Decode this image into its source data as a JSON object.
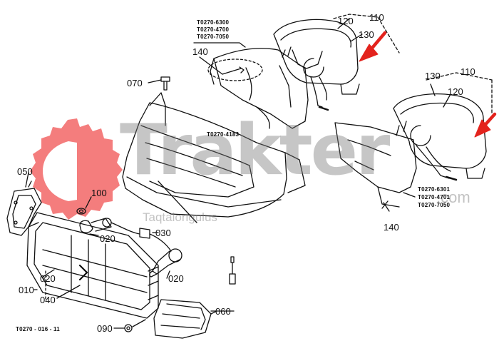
{
  "diagram": {
    "doc_code": "T0270 - 016 - 11",
    "part_numbers": {
      "p010": "010",
      "p020_group": "020",
      "p020_bulb_upper": "020",
      "p020_bulb_lower": "020",
      "p030": "030",
      "p040": "040",
      "p050": "050",
      "p060": "060",
      "p070": "070",
      "p090": "090",
      "p100": "100",
      "p110_top": "110",
      "p120_top": "120",
      "p130_top": "130",
      "p140_top": "140",
      "p110_right": "110",
      "p120_right": "120",
      "p130_right": "130",
      "p140_right": "140"
    },
    "model_codes_top": [
      "T0270-6300",
      "T0270-4700",
      "T0270-7050"
    ],
    "model_codes_right": [
      "T0270-6301",
      "T0270-4701",
      "T0270-7050"
    ],
    "center_code": "T0270-4183"
  },
  "watermark": {
    "brand": "Trakter",
    "domain_suffix": ".com",
    "tagline": "Taqtalorigulus"
  },
  "colors": {
    "line": "#111111",
    "arrow": "#e3231d",
    "watermark_gear": "#f26060",
    "watermark_text": "#7a7a7a"
  },
  "icons": {
    "gear": "gear-logo-icon",
    "arrow": "pointer-arrow-icon"
  }
}
